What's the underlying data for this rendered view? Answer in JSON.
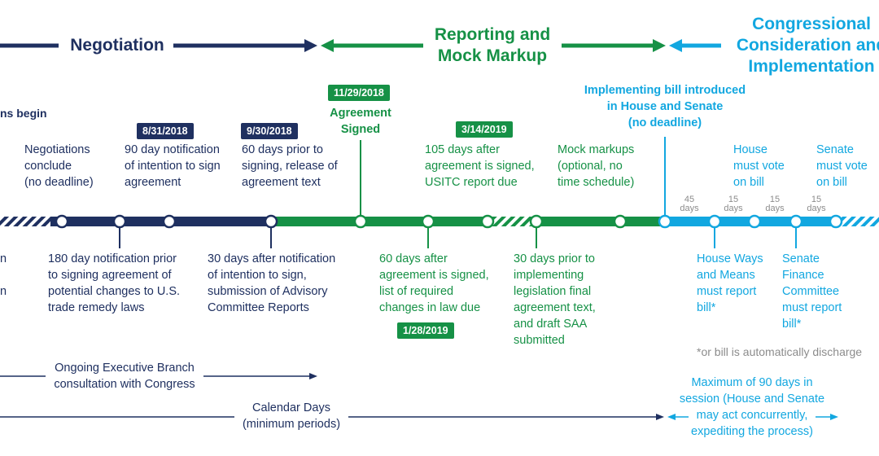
{
  "colors": {
    "navy": "#1f3060",
    "green": "#169146",
    "blue": "#12a7e0",
    "gray": "#8c8c8c"
  },
  "phases": {
    "negotiation": "Negotiation",
    "reporting": "Reporting and\nMock Markup",
    "congressional": "Congressional\nConsideration and\nImplementation"
  },
  "dates": {
    "d1": "8/31/2018",
    "d2": "9/30/2018",
    "d3": "11/29/2018",
    "d4": "3/14/2019",
    "d5": "1/28/2019"
  },
  "top_labels": {
    "begin_partial": "ns begin",
    "negotiations_conclude": "Negotiations\nconclude\n(no deadline)",
    "notice_90": "90 day notification\nof intention to sign\nagreement",
    "notice_60": "60 days prior to\nsigning, release of\nagreement text",
    "agreement_signed": "Agreement\nSigned",
    "usitc_report": "105 days after\nagreement is signed,\nUSITC report due",
    "mock_markups": "Mock markups\n(optional, no\ntime schedule)",
    "bill_introduced": "Implementing bill introduced\nin House and Senate\n(no deadline)",
    "house_vote": "House\nmust vote\non bill",
    "senate_vote": "Senate\nmust vote\non bill"
  },
  "bottom_labels": {
    "left_partial": "n\n\nn",
    "notice_180": "180 day notification prior\nto signing agreement of\npotential changes to U.S.\ntrade remedy laws",
    "notice_30": "30 days after notification\nof intention to sign,\nsubmission of Advisory\nCommittee Reports",
    "changes_list": "60 days after\nagreement is signed,\nlist of required\nchanges in law due",
    "final_text": "30 days prior to\nimplementing\nlegislation final\nagreement text,\nand draft SAA\nsubmitted",
    "house_ways_means": "House Ways\nand Means\nmust report\nbill*",
    "senate_finance": "Senate\nFinance\nCommittee\nmust report\nbill*"
  },
  "day_intervals": [
    "45\ndays",
    "15\ndays",
    "15\ndays",
    "15\ndays"
  ],
  "footnote": "*or bill is automatically discharge",
  "consultation": "Ongoing Executive Branch\nconsultation with Congress",
  "calendar_days": "Calendar Days\n(minimum periods)",
  "max_days": "Maximum of 90 days in\nsession (House and Senate\nmay act concurrently,\nexpediting the process)"
}
